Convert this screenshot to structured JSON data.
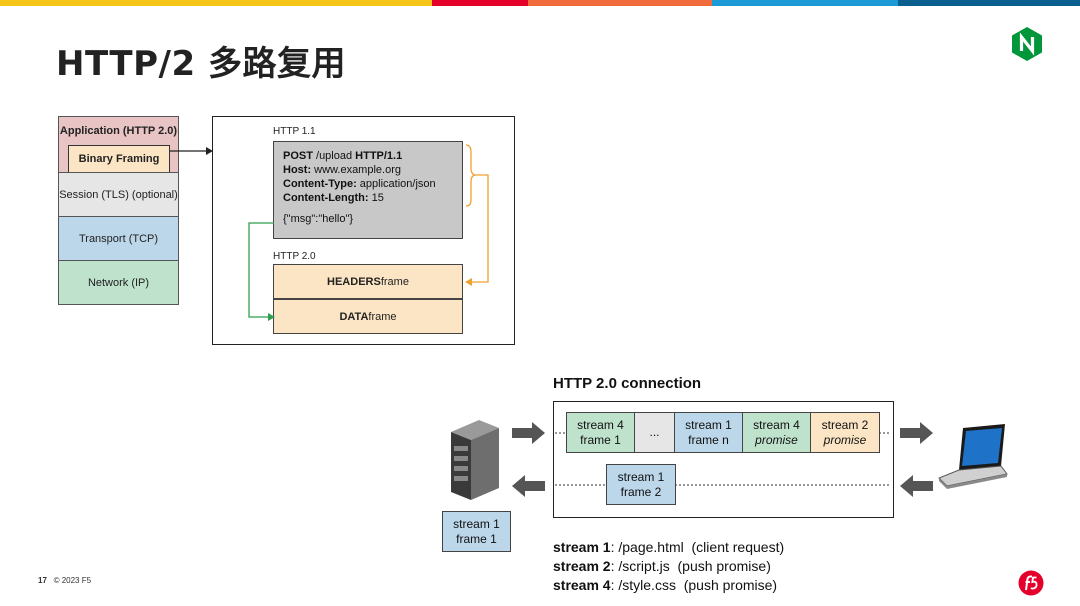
{
  "colors": {
    "band": [
      "#f5c518",
      "#e4002b",
      "#f26b3a",
      "#1c9ad6",
      "#0b5f8e"
    ],
    "nginx_green": "#009639",
    "f5_red": "#e4002b",
    "app_layer": "#e8c4c4",
    "binary_framing": "#fce5c5",
    "session_layer": "#e6e6e6",
    "transport_layer": "#bcd6ea",
    "network_layer": "#bfe2cc",
    "orange_frame": "#fce5c5",
    "blue_frame": "#bcd6ea",
    "green_frame": "#bfe2cc",
    "arrow_green": "#2f9e4f",
    "arrow_orange": "#f0a030"
  },
  "title": "HTTP/2 多路复用",
  "logos": {
    "top_right": "nginx-logo",
    "bottom_right": "f5-logo"
  },
  "stack": {
    "application": "Application (HTTP 2.0)",
    "binary_framing": "Binary Framing",
    "session": "Session (TLS) (optional)",
    "transport": "Transport (TCP)",
    "network": "Network (IP)"
  },
  "comparison": {
    "http11_caption": "HTTP 1.1",
    "http20_caption": "HTTP 2.0",
    "request": {
      "line1_bold_a": "POST",
      "line1_normal": " /upload ",
      "line1_bold_b": "HTTP/1.1",
      "host_label": "Host:",
      "host_value": " www.example.org",
      "ctype_label": "Content-Type:",
      "ctype_value": " application/json",
      "clen_label": "Content-Length:",
      "clen_value": " 15",
      "body": "{\"msg\":\"hello\"}"
    },
    "headers_frame_bold": "HEADERS",
    "headers_frame_rest": " frame",
    "data_frame_bold": "DATA",
    "data_frame_rest": " frame"
  },
  "connection": {
    "title": "HTTP 2.0 connection",
    "top_row": [
      {
        "line1": "stream 4",
        "line2": "frame 1",
        "italic": false,
        "color": "green"
      },
      {
        "line1": "...",
        "line2": "",
        "italic": false,
        "color": "grey"
      },
      {
        "line1": "stream 1",
        "line2": "frame n",
        "italic": false,
        "color": "blue"
      },
      {
        "line1": "stream 4",
        "line2": "promise",
        "italic": true,
        "color": "green"
      },
      {
        "line1": "stream 2",
        "line2": "promise",
        "italic": true,
        "color": "orange"
      }
    ],
    "bottom_row": {
      "line1": "stream 1",
      "line2": "frame 2"
    },
    "server_frame": {
      "line1": "stream 1",
      "line2": "frame 1"
    },
    "icons": {
      "server": "server-icon",
      "client": "laptop-icon"
    }
  },
  "legend": [
    {
      "stream": "stream 1",
      "path": ": /page.html  (client request)"
    },
    {
      "stream": "stream 2",
      "path": ": /script.js  (push promise)"
    },
    {
      "stream": "stream 4",
      "path": ": /style.css  (push promise)"
    }
  ],
  "footer": {
    "page": "17",
    "copyright": "© 2023 F5"
  }
}
